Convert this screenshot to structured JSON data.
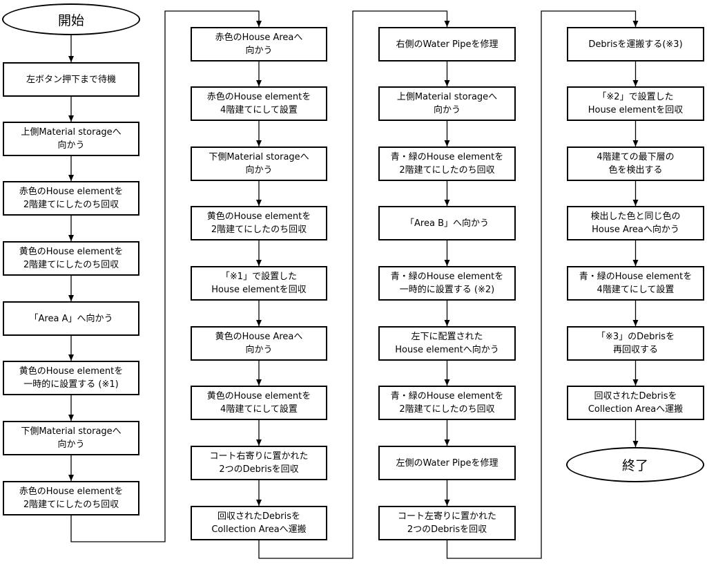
{
  "start_label": "開始",
  "end_label": "終了",
  "columns": [
    {
      "steps": [
        "左ボタン押下まで待機",
        "上側Material storageへ\n向かう",
        "赤色のHouse elementを\n2階建てにしたのち回収",
        "黄色のHouse elementを\n2階建てにしたのち回収",
        "「Area A」へ向かう",
        "黄色のHouse elementを\n一時的に設置する (※1)",
        "下側Material storageへ\n向かう",
        "赤色のHouse elementを\n2階建てにしたのち回収"
      ]
    },
    {
      "steps": [
        "赤色のHouse Areaへ\n向かう",
        "赤色のHouse elementを\n4階建てにして設置",
        "下側Material storageへ\n向かう",
        "黄色のHouse elementを\n2階建てにしたのち回収",
        "「※1」で設置した\nHouse elementを回収",
        "黄色のHouse Areaへ\n向かう",
        "黄色のHouse elementを\n4階建てにして設置",
        "コート右寄りに置かれた\n2つのDebrisを回収",
        "回収されたDebrisを\nCollection Areaへ運搬"
      ]
    },
    {
      "steps": [
        "右側のWater Pipeを修理",
        "上側Material storageへ\n向かう",
        "青・緑のHouse elementを\n2階建てにしたのち回収",
        "「Area B」へ向かう",
        "青・緑のHouse elementを\n一時的に設置する (※2)",
        "左下に配置された\nHouse elementへ向かう",
        "青・緑のHouse elementを\n2階建てにしたのち回収",
        "左側のWater Pipeを修理",
        "コート左寄りに置かれた\n2つのDebrisを回収"
      ]
    },
    {
      "steps": [
        "Debrisを運搬する(※3)",
        "「※2」で設置した\nHouse elementを回収",
        "4階建ての最下層の\n色を検出する",
        "検出した色と同じ色の\nHouse Areaへ向かう",
        "青・緑のHouse elementを\n4階建てにして設置",
        "「※3」のDebrisを\n再回収する",
        "回収されたDebrisを\nCollection Areaへ運搬"
      ]
    }
  ]
}
